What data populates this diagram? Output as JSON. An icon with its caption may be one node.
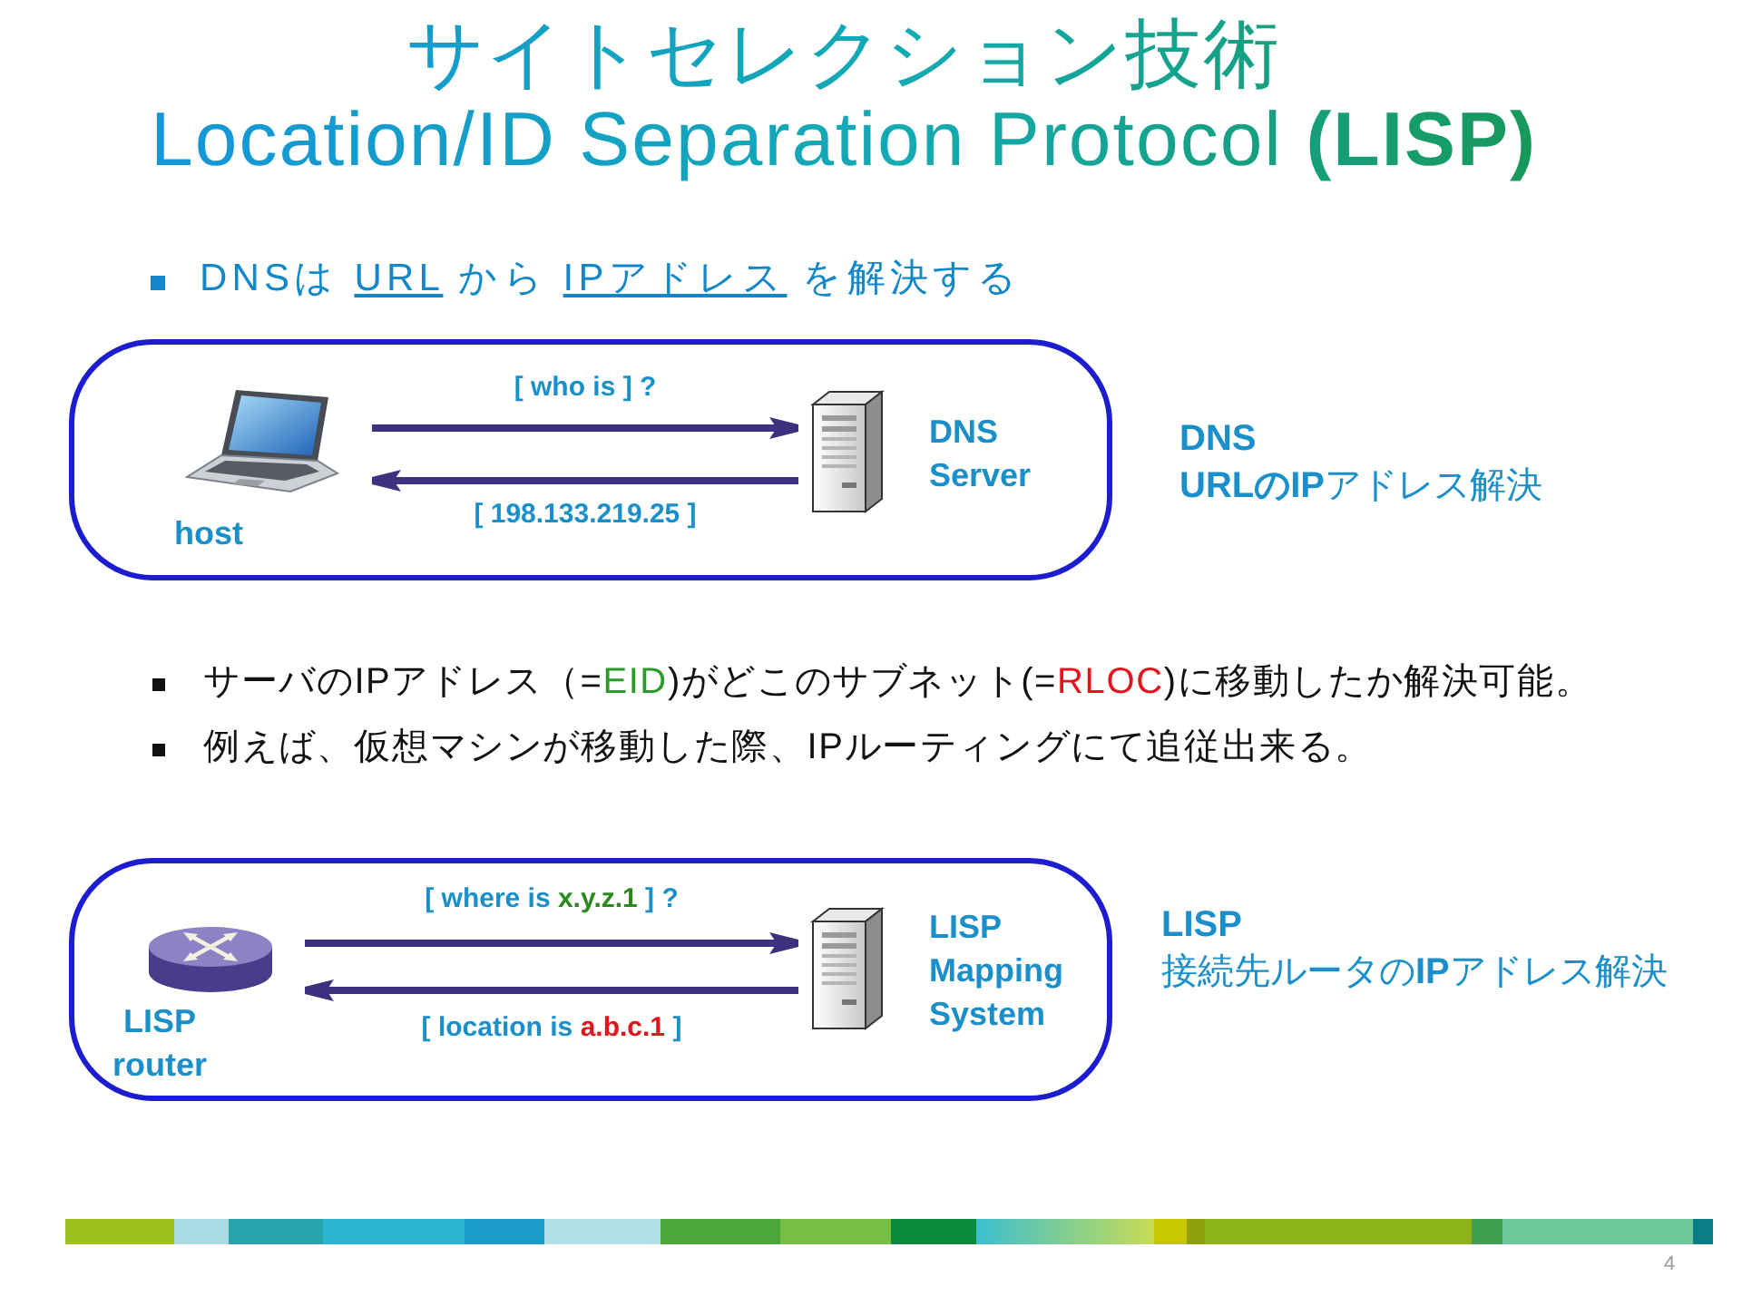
{
  "diagram": {
    "title": "サイトセレクション技術 Location/ID Separation Protocol **(LISP)**",
    "nodes": [
      {
        "text": [],
        "shape": "box",
        "beside": [
          "**DNS** **URLのIP**アドレス解決"
        ]
      },
      {
        "text": [
          "host"
        ],
        "in": 0
      },
      {
        "text": [
          "DNS Server"
        ],
        "in": 0
      },
      {
        "text": [],
        "shape": "box",
        "beside": [
          "**LISP** 接続先ルータの**IP**アドレス解決"
        ]
      },
      {
        "text": [
          "LISP router"
        ],
        "in": 3
      },
      {
        "text": [
          "LISP Mapping System"
        ],
        "in": 3
      }
    ],
    "edges": [
      {
        "from": 1,
        "to": 2,
        "arrow": "to",
        "label": "[ who is ] ?"
      },
      {
        "from": 2,
        "to": 1,
        "arrow": "to",
        "label": "[ 198.133.219.25 ]"
      },
      {
        "from": 4,
        "to": 5,
        "arrow": "to",
        "label": "[ where is x.y.z.1 ] ?"
      },
      {
        "from": 5,
        "to": 4,
        "arrow": "to",
        "label": "[ location is a.b.c.1 ]"
      }
    ],
    "labels": [
      "DNSは URL から IPアドレス を解決する",
      "サーバのIPアドレス（=EID)がどこのサブネット(=RLOC)に移動したか解決可能。",
      "例えば、仮想マシンが移動した際、IPルーティングにて追従出来る。",
      "4"
    ]
  }
}
